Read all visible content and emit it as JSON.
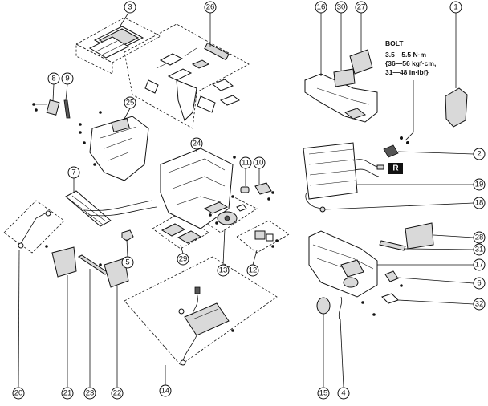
{
  "callouts": [
    {
      "id": "c1",
      "label": "1"
    },
    {
      "id": "c2",
      "label": "2"
    },
    {
      "id": "c3",
      "label": "3"
    },
    {
      "id": "c4",
      "label": "4"
    },
    {
      "id": "c5",
      "label": "5"
    },
    {
      "id": "c6",
      "label": "6"
    },
    {
      "id": "c7",
      "label": "7"
    },
    {
      "id": "c8",
      "label": "8"
    },
    {
      "id": "c9",
      "label": "9"
    },
    {
      "id": "c10",
      "label": "10"
    },
    {
      "id": "c11",
      "label": "11"
    },
    {
      "id": "c12",
      "label": "12"
    },
    {
      "id": "c13",
      "label": "13"
    },
    {
      "id": "c14",
      "label": "14"
    },
    {
      "id": "c15",
      "label": "15"
    },
    {
      "id": "c16",
      "label": "16"
    },
    {
      "id": "c17",
      "label": "17"
    },
    {
      "id": "c18",
      "label": "18"
    },
    {
      "id": "c19",
      "label": "19"
    },
    {
      "id": "c20",
      "label": "20"
    },
    {
      "id": "c21",
      "label": "21"
    },
    {
      "id": "c22",
      "label": "22"
    },
    {
      "id": "c23",
      "label": "23"
    },
    {
      "id": "c24",
      "label": "24"
    },
    {
      "id": "c25",
      "label": "25"
    },
    {
      "id": "c26",
      "label": "26"
    },
    {
      "id": "c27",
      "label": "27"
    },
    {
      "id": "c28",
      "label": "28"
    },
    {
      "id": "c29",
      "label": "29"
    },
    {
      "id": "c30",
      "label": "30"
    },
    {
      "id": "c31",
      "label": "31"
    },
    {
      "id": "c32",
      "label": "32"
    }
  ],
  "torque_spec": {
    "title": "BOLT",
    "line1": "3.5—5.5 N·m",
    "line2": "{36—56 kgf·cm,",
    "line3": "31—48 in·lbf}"
  },
  "reference_mark": "R"
}
